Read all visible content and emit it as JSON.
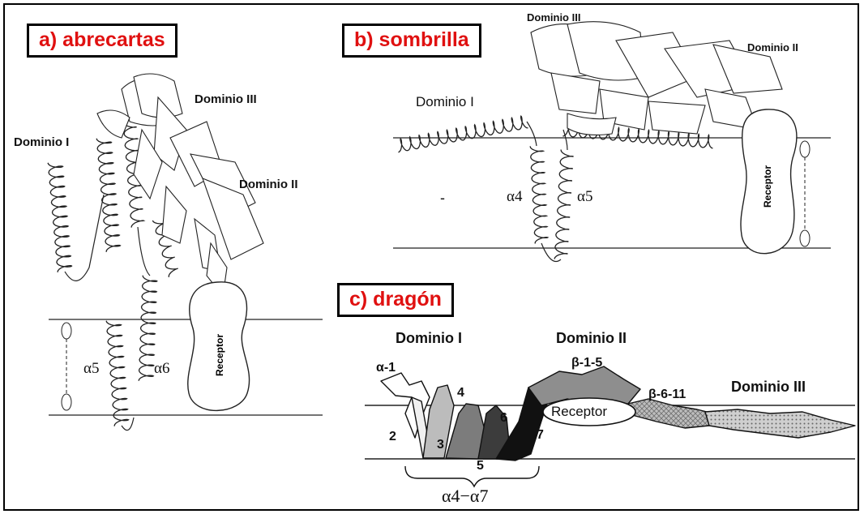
{
  "panels": {
    "a": {
      "title": "a) abrecartas",
      "domain1": "Dominio I",
      "domain2": "Dominio II",
      "domain3": "Dominio III",
      "helix_a5": "α5",
      "helix_a6": "α6",
      "receptor": "Receptor"
    },
    "b": {
      "title": "b) sombrilla",
      "domain1": "Dominio I",
      "domain2": "Dominio II",
      "domain3": "Dominio III",
      "helix_a4": "α4",
      "helix_a5": "α5",
      "dash": "-",
      "receptor": "Receptor"
    },
    "c": {
      "title": "c) dragón",
      "domain1": "Dominio I",
      "domain2": "Dominio II",
      "domain3": "Dominio III",
      "alpha1": "α-1",
      "beta15": "β-1-5",
      "beta611": "β-6-11",
      "receptor": "Receptor",
      "num2": "2",
      "num3": "3",
      "num4": "4",
      "num5": "5",
      "num6": "6",
      "num7": "7",
      "range": "α4−α7"
    }
  },
  "colors": {
    "title_red": "#e01010",
    "ink": "#111111"
  }
}
